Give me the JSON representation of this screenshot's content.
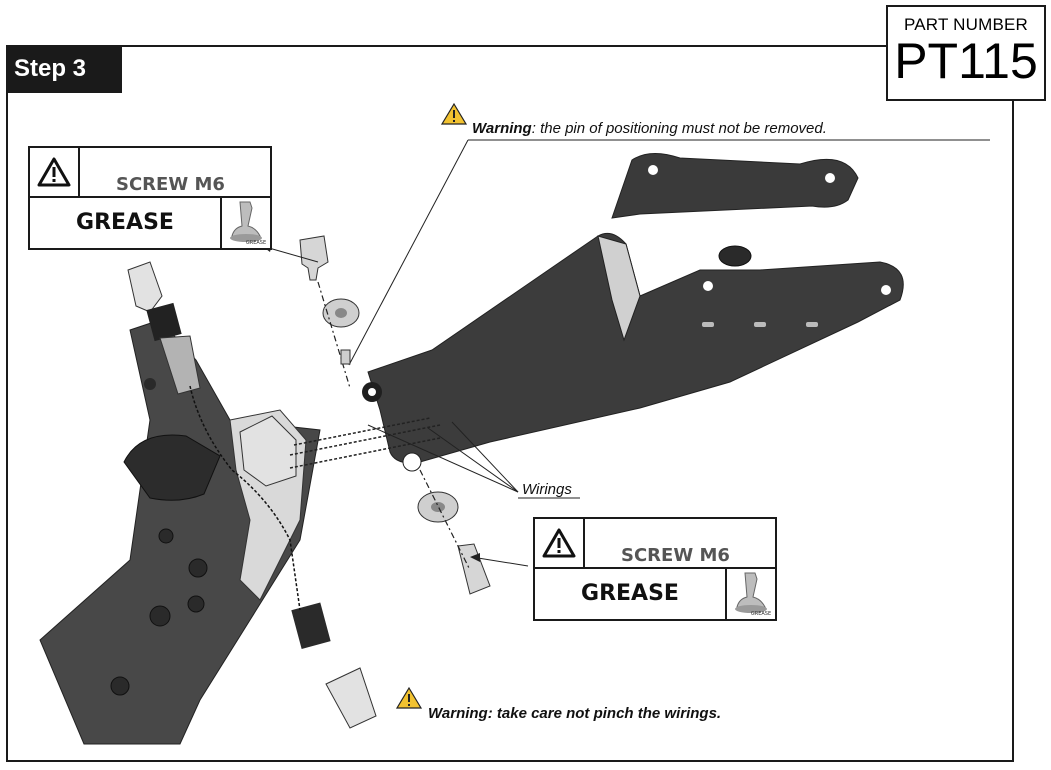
{
  "step": {
    "label": "Step 3"
  },
  "part": {
    "label": "PART NUMBER",
    "number": "PT115"
  },
  "warnings": {
    "pin_prefix": "Warning",
    "pin_text": ": the pin of positioning must not be removed.",
    "wirings_text": "Warning: take care not pinch the wirings."
  },
  "callouts": {
    "top": {
      "screw": "SCREW M6",
      "grease": "GREASE",
      "tube_label": "GREASE"
    },
    "bottom": {
      "screw": "SCREW M6",
      "grease": "GREASE",
      "tube_label": "GREASE"
    }
  },
  "labels": {
    "wirings": "Wirings"
  },
  "colors": {
    "frame": "#1a1a1a",
    "part_dark": "#3a3a3a",
    "part_light": "#d9d9d9",
    "warning_yellow": "#f2c230"
  },
  "icons": [
    "warning-triangle-icon",
    "grease-tube-icon"
  ]
}
